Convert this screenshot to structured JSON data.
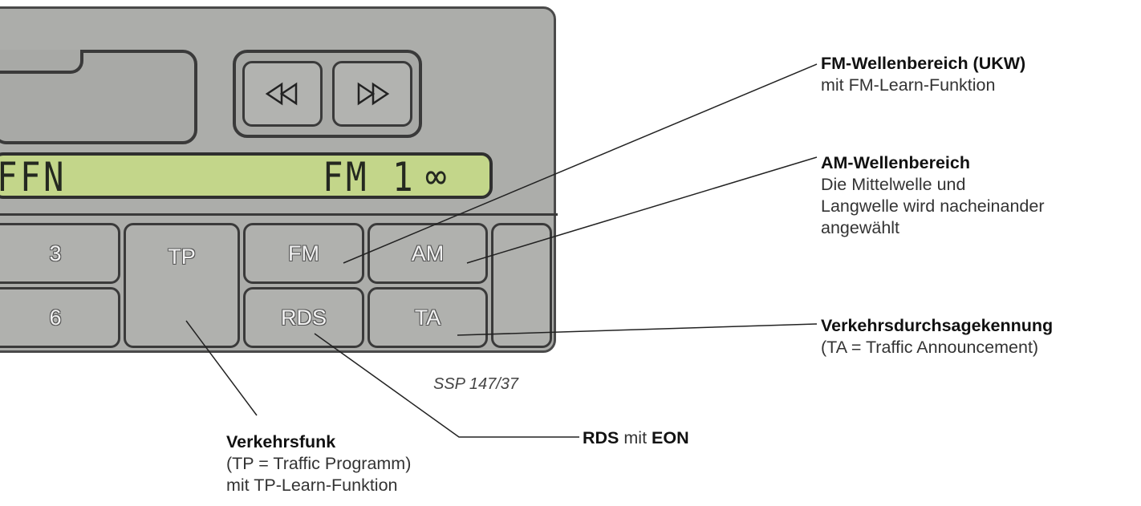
{
  "device": {
    "display": {
      "station": "FFN",
      "band": "FM 1",
      "symbol": "∞"
    },
    "seek_buttons": [
      {
        "icon": "rewind-icon",
        "glyph": "⧏"
      },
      {
        "icon": "fast-forward-icon",
        "glyph": "⧐"
      }
    ],
    "keys": {
      "k3": "3",
      "k6": "6",
      "tp": "TP",
      "fm": "FM",
      "am": "AM",
      "rds": "RDS",
      "ta": "TA"
    }
  },
  "figure_code": "SSP 147/37",
  "callouts": {
    "fm": {
      "title": "FM-Wellenbereich (UKW)",
      "lines": [
        "mit FM-Learn-Funktion"
      ]
    },
    "am": {
      "title": "AM-Wellenbereich",
      "lines": [
        "Die Mittelwelle und",
        "Langwelle wird nacheinander",
        "angewählt"
      ]
    },
    "ta": {
      "title": "Verkehrsdurchsagekennung",
      "lines": [
        "(TA = Traffic Announcement)"
      ]
    },
    "tp": {
      "title": "Verkehrsfunk",
      "lines": [
        "(TP = Traffic Programm)",
        "mit TP-Learn-Funktion"
      ]
    },
    "rds": {
      "title_a": "RDS",
      "mid": " mit ",
      "title_b": "EON"
    }
  },
  "colors": {
    "panel": "#acadaa",
    "lcd": "#c3d68a",
    "outline": "#3a3a3a"
  }
}
